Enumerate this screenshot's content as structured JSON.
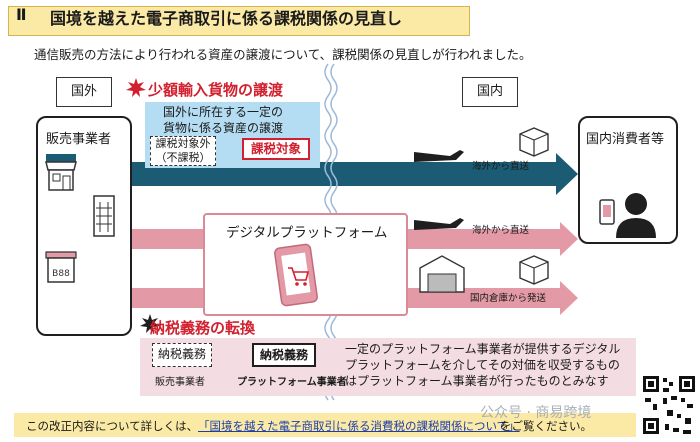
{
  "title": {
    "number": "Ⅱ",
    "text": "国境を越えた電子商取引に係る課税関係の見直し"
  },
  "subtitle": "通信販売の方法により行われる資産の譲渡について、課税関係の見直しが行われました。",
  "regions": {
    "abroad": "国外",
    "domestic": "国内"
  },
  "seller": {
    "label": "販売事業者"
  },
  "consumer": {
    "label": "国内消費者等"
  },
  "small_import": {
    "heading": "少額輸入貨物の譲渡",
    "description_line1": "国外に所在する一定の",
    "description_line2": "貨物に係る資産の譲渡",
    "before_line1": "課税対象外",
    "before_line2": "（不課税）",
    "after": "課税対象"
  },
  "platform": {
    "label": "デジタルプラットフォーム"
  },
  "routes": {
    "direct_top": "海外から直送",
    "direct_middle": "海外から直送",
    "warehouse": "国内倉庫から発送"
  },
  "tax_duty": {
    "heading": "納税義務の転換",
    "from_box": "納税義務",
    "to_box": "納税義務",
    "from_label": "販売事業者",
    "to_label": "プラットフォーム事業者",
    "description_line1": "一定のプラットフォーム事業者が提供するデジタル",
    "description_line2": "プラットフォームを介してその対価を収受するもの",
    "description_line3": "はプラットフォーム事業者が行ったものとみなす"
  },
  "footer": {
    "prefix": "この改正内容について詳しくは、",
    "link": "「国境を越えた電子商取引に係る消費税の課税関係について」",
    "suffix": "をご覧ください。"
  },
  "watermark": "公众号 · 商易跨境",
  "colors": {
    "navy": "#1b5c74",
    "pink": "#e39aa6",
    "red": "#d2202f",
    "yellow": "#fbe9a6",
    "blue": "#b4dcf2"
  },
  "icons": [
    "shop-icon",
    "building-icon",
    "store-icon",
    "airplane-icon",
    "package-icon",
    "warehouse-icon",
    "phone-cart-icon",
    "consumer-person-icon",
    "qr-code-icon"
  ]
}
